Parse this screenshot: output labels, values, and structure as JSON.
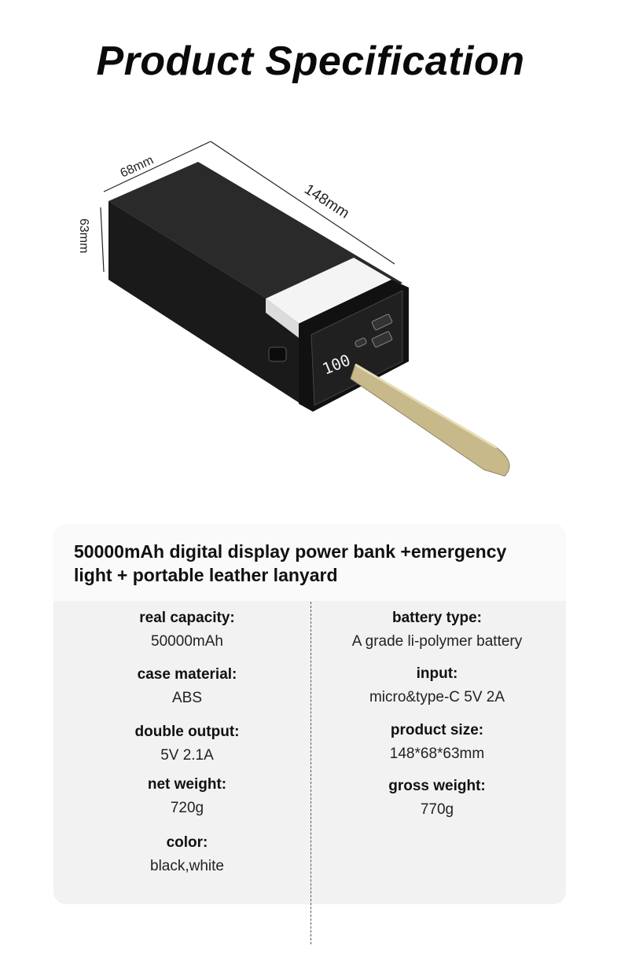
{
  "page_title": "Product Specification",
  "dimensions": {
    "width_label": "68mm",
    "length_label": "148mm",
    "height_label": "63mm",
    "display_readout": "100"
  },
  "card": {
    "heading_line1": "50000mAh digital display power bank +emergency",
    "heading_line2": "light + portable leather lanyard",
    "left_specs": [
      {
        "key": "real capacity:",
        "value": "50000mAh"
      },
      {
        "key": "case material:",
        "value": "ABS"
      },
      {
        "key": "double output:",
        "value": "5V 2.1A"
      },
      {
        "key": "net weight:",
        "value": "720g"
      },
      {
        "key": "color:",
        "value": "black,white"
      }
    ],
    "right_specs": [
      {
        "key": "battery type:",
        "value": "A grade li-polymer battery"
      },
      {
        "key": "input:",
        "value": "micro&type-C 5V 2A"
      },
      {
        "key": "product size:",
        "value": "148*68*63mm"
      },
      {
        "key": "gross weight:",
        "value": "770g"
      }
    ]
  },
  "colors": {
    "device_body": "#1c1c1c",
    "light_strip": "#f4f4f4",
    "lanyard": "#c8b98a",
    "card_bg": "#f2f2f2"
  }
}
